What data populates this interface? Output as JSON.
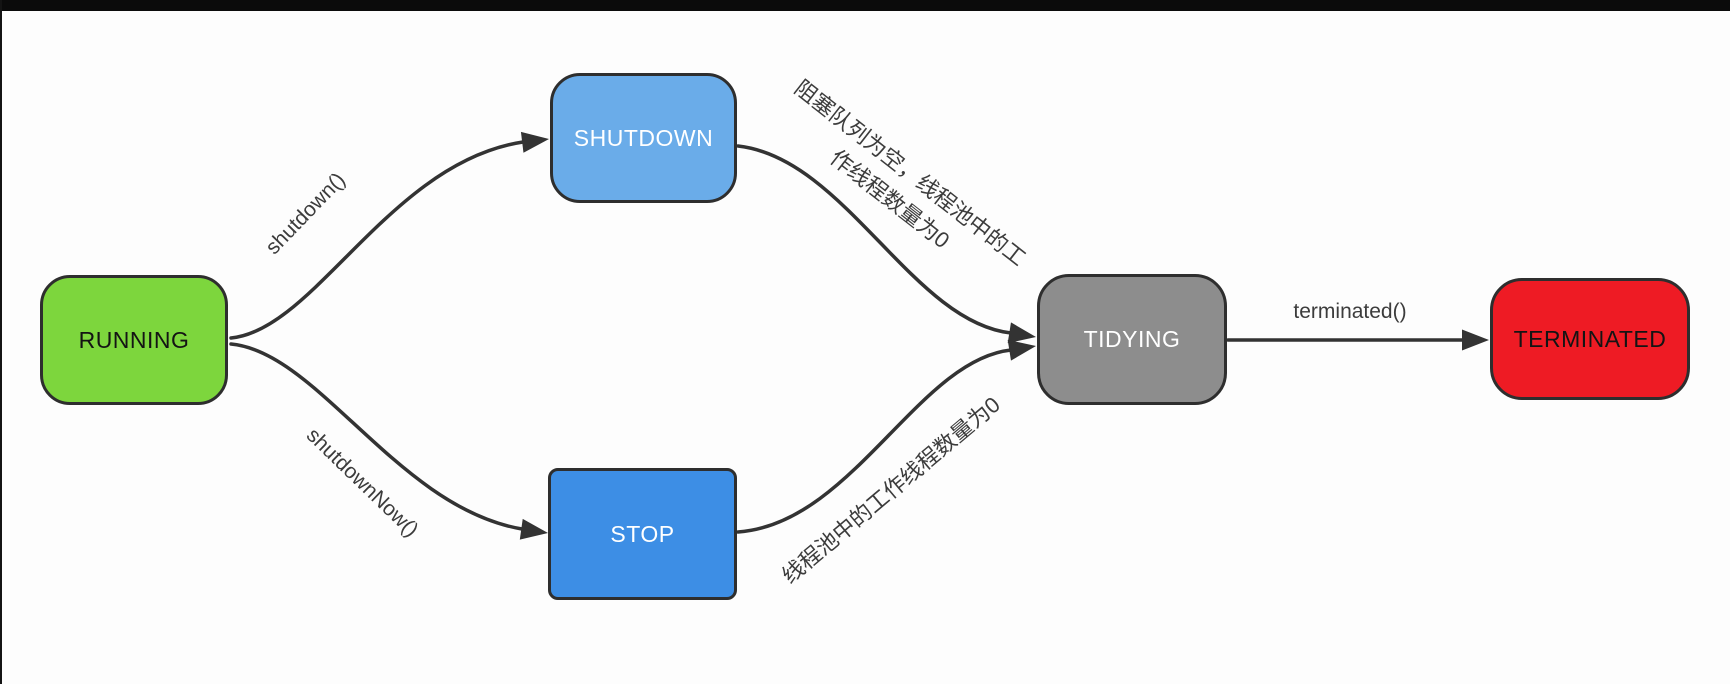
{
  "colors": {
    "background": "#FDFDFD",
    "letterbox": "#0B0B0B",
    "edge": "#333333",
    "node_border": "#2E2E2E",
    "edge_label_text": "#3C3C3C"
  },
  "nodes": {
    "running": {
      "label": "RUNNING",
      "fill": "#7DD63D",
      "text_color": "#141414"
    },
    "shutdown": {
      "label": "SHUTDOWN",
      "fill": "#6AACE9",
      "text_color": "#FFFFFF"
    },
    "stop": {
      "label": "STOP",
      "fill": "#3D8EE5",
      "text_color": "#FFFFFF"
    },
    "tidying": {
      "label": "TIDYING",
      "fill": "#8D8D8D",
      "text_color": "#FFFFFF"
    },
    "terminated": {
      "label": "TERMINATED",
      "fill": "#EE1B24",
      "text_color": "#141414"
    }
  },
  "edges": {
    "running_to_shutdown": {
      "label": "shutdown()"
    },
    "running_to_stop": {
      "label": "shutdownNow()"
    },
    "shutdown_to_tidying": {
      "label_line1": "阻塞队列为空，线程池中的工",
      "label_line2": "作线程数量为0"
    },
    "stop_to_tidying": {
      "label": "线程池中的工作线程数量为0"
    },
    "tidying_to_terminated": {
      "label": "terminated()"
    }
  }
}
